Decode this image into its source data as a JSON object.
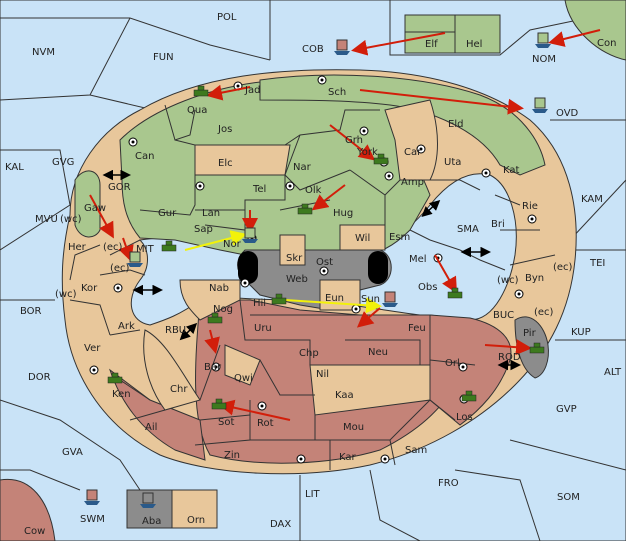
{
  "regions": {
    "sea_far": [
      "POL",
      "NVM",
      "COB",
      "NOM",
      "FUN",
      "KAL",
      "GVG",
      "MVU",
      "BOR",
      "DOR",
      "GVA",
      "LIT",
      "DAX",
      "FRO",
      "SOM",
      "GVP",
      "ALT",
      "KUP",
      "TEI",
      "KAM",
      "OVD",
      "SWM"
    ],
    "sea_near": [
      "GOR",
      "MIT",
      "RBU",
      "SMA",
      "BUC",
      "ROD"
    ],
    "green": [
      "Jad",
      "Qua",
      "Sch",
      "Grh",
      "Jos",
      "Can",
      "Elc",
      "Nar",
      "Tel",
      "Gur",
      "Lan",
      "Olk",
      "Hug",
      "Sap",
      "Gaw",
      "Nor",
      "Amp",
      "York",
      "Wil",
      "Esm",
      "Mel",
      "Obs",
      "Con",
      "Elf",
      "Hel"
    ],
    "tan": [
      "Car",
      "Uta",
      "Eld",
      "Kat",
      "Bri",
      "Rie",
      "Byn",
      "Her",
      "Kor",
      "Ark",
      "Ver",
      "Chr",
      "Nab",
      "Skr",
      "Eun",
      "Qwi",
      "Kaa",
      "Orn"
    ],
    "red": [
      "Nog",
      "Uru",
      "Feu",
      "Hil",
      "Chp",
      "Neu",
      "Nil",
      "Bar",
      "Ken",
      "Ail",
      "Sot",
      "Rot",
      "Mou",
      "Orl",
      "Los",
      "Zin",
      "Kar",
      "Sam",
      "Cow"
    ],
    "gray": [
      "Web",
      "Ost",
      "Sun",
      "Pir",
      "Aba"
    ]
  },
  "coast_labels": [
    "(wc)",
    "(ec)",
    "(ec)",
    "(wc)",
    "(wc)",
    "(ec)",
    "(ec)"
  ],
  "legend_colors": {
    "green": "#a9c78e",
    "tan": "#e8c79b",
    "red": "#c48378",
    "gray": "#8c8c8c",
    "sea": "#c9e3f7"
  },
  "unit_icons": [
    "army-tank-icon",
    "fleet-boat-icon"
  ]
}
